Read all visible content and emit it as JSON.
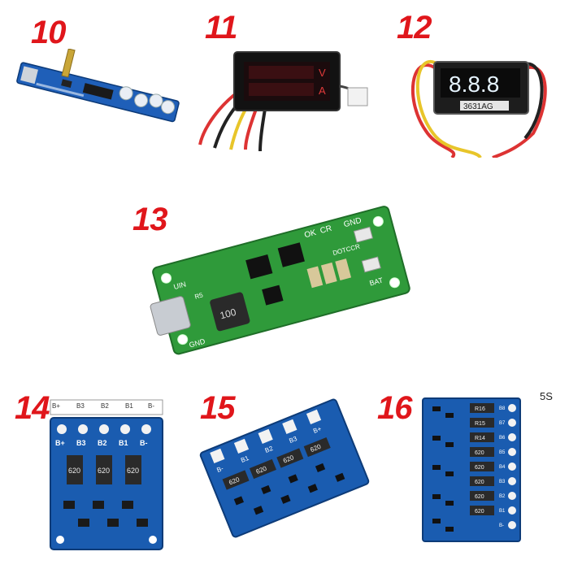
{
  "labels": {
    "n10": "10",
    "n11": "11",
    "n12": "12",
    "n13": "13",
    "n14": "14",
    "n15": "15",
    "n16": "16",
    "side_tag": "5S"
  },
  "meter11": {
    "unit_top": "V",
    "unit_bottom": "A"
  },
  "meter12": {
    "model": "3631AG"
  },
  "board13": {
    "top_labels": [
      "OK",
      "CR",
      "GND"
    ],
    "side_labels": [
      "UIN",
      "DOTCCR",
      "BAT"
    ],
    "bottom_label": "GND",
    "inductor": "100",
    "misc": "R5"
  },
  "board14": {
    "pins": [
      "B+",
      "B3",
      "B2",
      "B1",
      "B-"
    ],
    "wire_labels": [
      "B+",
      "B3",
      "B2",
      "B1",
      "B-"
    ],
    "resistors": [
      "620",
      "620",
      "620"
    ]
  },
  "board15": {
    "pins": [
      "B-",
      "B1",
      "B2",
      "B3",
      "B+"
    ],
    "resistors": [
      "620",
      "620",
      "620",
      "620"
    ]
  },
  "board16": {
    "pins": [
      "B-",
      "B1",
      "B2",
      "B3",
      "B4",
      "B5",
      "B6",
      "B7",
      "B8"
    ],
    "resistors": [
      "R16",
      "R15",
      "R14",
      "620",
      "620",
      "620",
      "620",
      "620"
    ]
  }
}
